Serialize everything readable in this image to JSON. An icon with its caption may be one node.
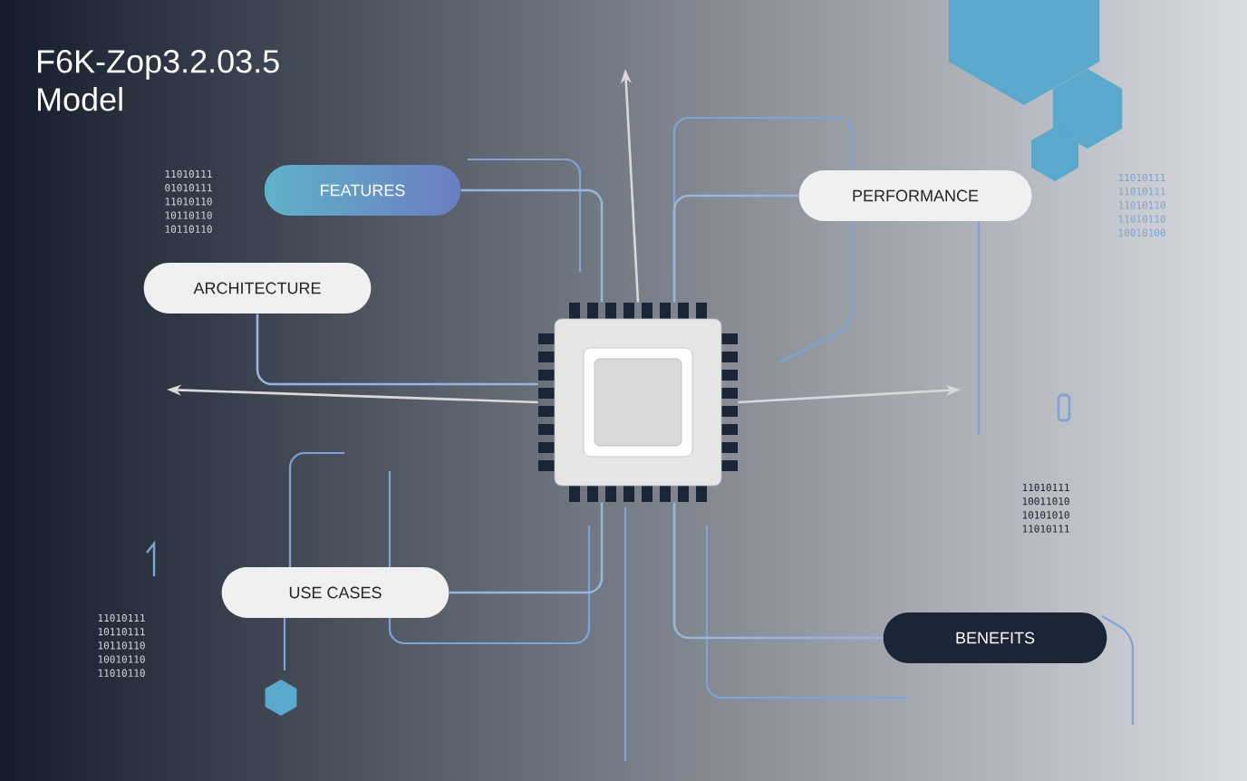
{
  "diagram": {
    "title": "F6K-Zop3.2.03.5 Model",
    "nodes": [
      {
        "text": [],
        "shape": "picture"
      },
      {
        "text": [
          "FEATURES"
        ]
      },
      {
        "text": [
          "PERFORMANCE"
        ]
      },
      {
        "text": [
          "ARCHITECTURE"
        ]
      },
      {
        "text": [
          "USE CASES"
        ]
      },
      {
        "text": [
          "BENEFITS"
        ]
      }
    ],
    "edges": [
      {
        "from": 0,
        "to": 1,
        "arrow": "none"
      },
      {
        "from": 0,
        "to": 2,
        "arrow": "none"
      },
      {
        "from": 0,
        "to": 3,
        "arrow": "none"
      },
      {
        "from": 0,
        "to": 4,
        "arrow": "none"
      },
      {
        "from": 0,
        "to": 5,
        "arrow": "none"
      },
      {
        "from": 0,
        "to": null,
        "arrow": "to"
      },
      {
        "from": 0,
        "to": null,
        "arrow": "to"
      },
      {
        "from": 0,
        "to": null,
        "arrow": "to"
      }
    ],
    "labels": [
      "11010111",
      "01010111",
      "11010110",
      "10110110",
      "10110110",
      "11010111",
      "11010111",
      "11010110",
      "11010110",
      "10010100",
      "11010111",
      "10011010",
      "10101010",
      "11010111",
      "11010111",
      "10110111",
      "10110110",
      "10010110",
      "11010110"
    ]
  }
}
